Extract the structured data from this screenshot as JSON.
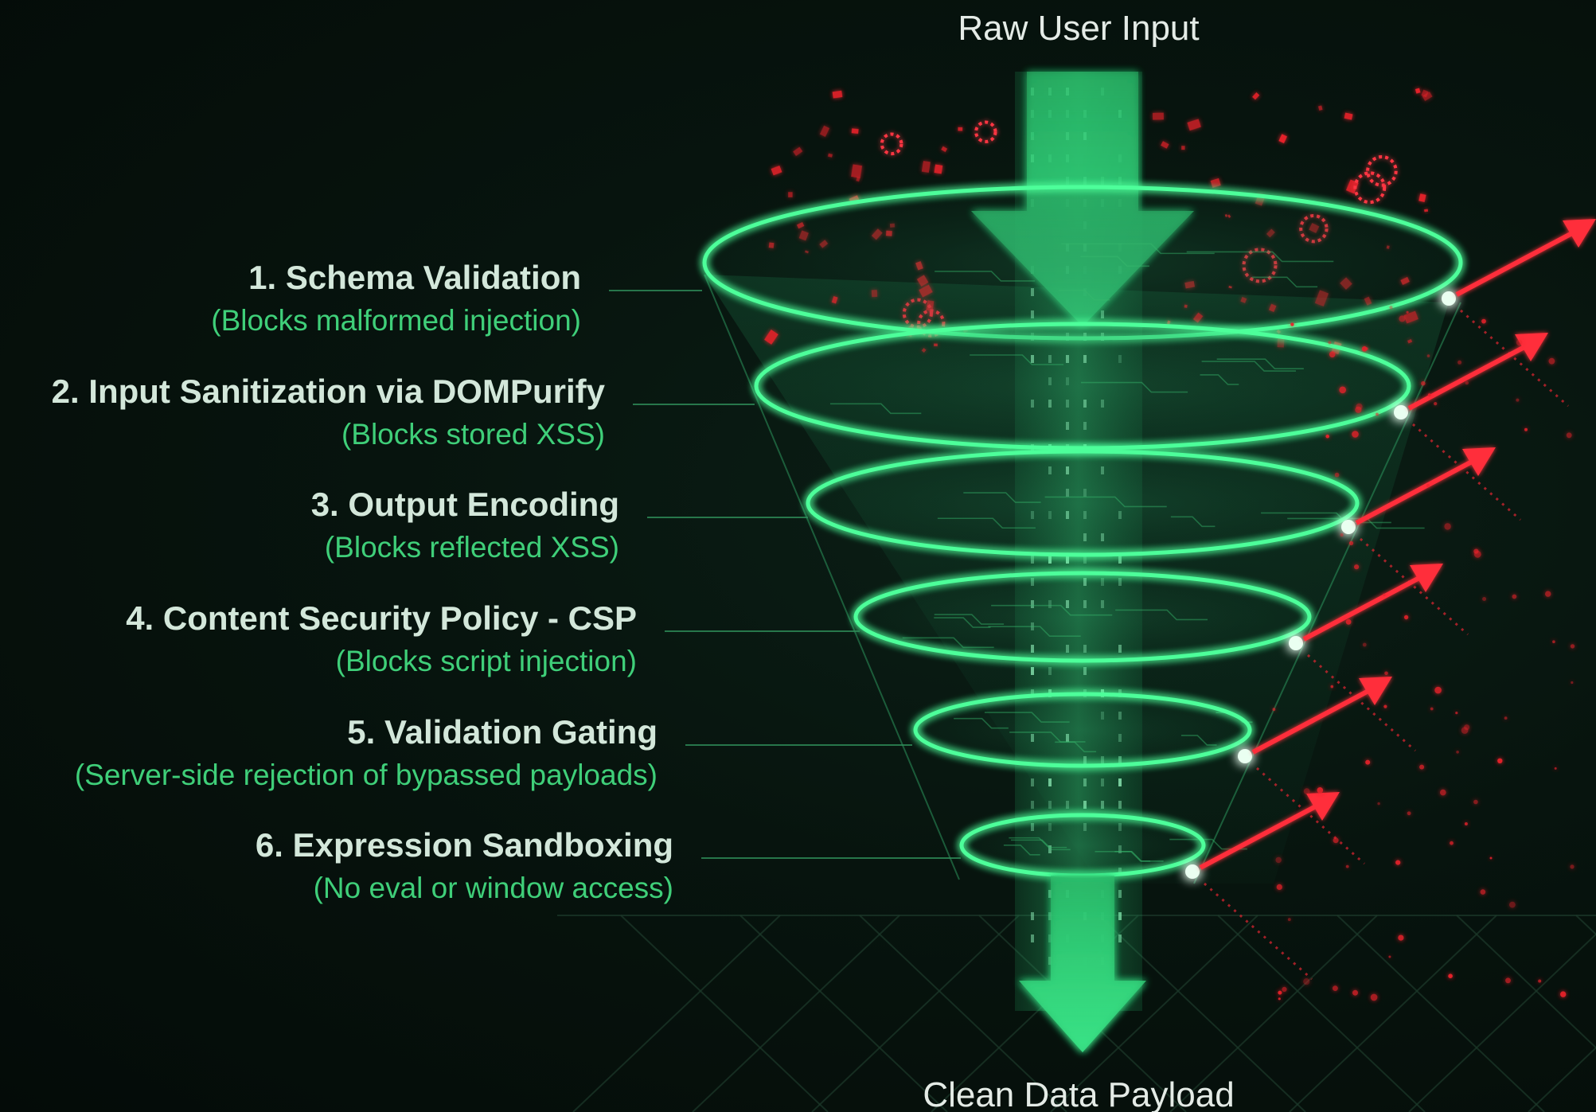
{
  "input_label": "Raw User Input",
  "output_label": "Clean Data Payload",
  "layers": [
    {
      "title": "1. Schema Validation",
      "description": "(Blocks malformed injection)"
    },
    {
      "title": "2. Input Sanitization via DOMPurify",
      "description": "(Blocks stored XSS)"
    },
    {
      "title": "3. Output Encoding",
      "description": "(Blocks reflected XSS)"
    },
    {
      "title": "4. Content Security Policy - CSP",
      "description": "(Blocks script injection)"
    },
    {
      "title": "5. Validation Gating",
      "description": "(Server-side rejection of bypassed payloads)"
    },
    {
      "title": "6. Expression Sandboxing",
      "description": "(No eval or window access)"
    }
  ],
  "colors": {
    "filter_green": "#4dff9a",
    "threat_red": "#ff2f3a",
    "title_text": "#d3e7da",
    "description_text": "#3fcf79",
    "background": "#06110c"
  },
  "icons": [
    "funnel-filter-icon",
    "down-arrow-icon",
    "threat-particle-icon",
    "deflection-arrow-icon"
  ]
}
